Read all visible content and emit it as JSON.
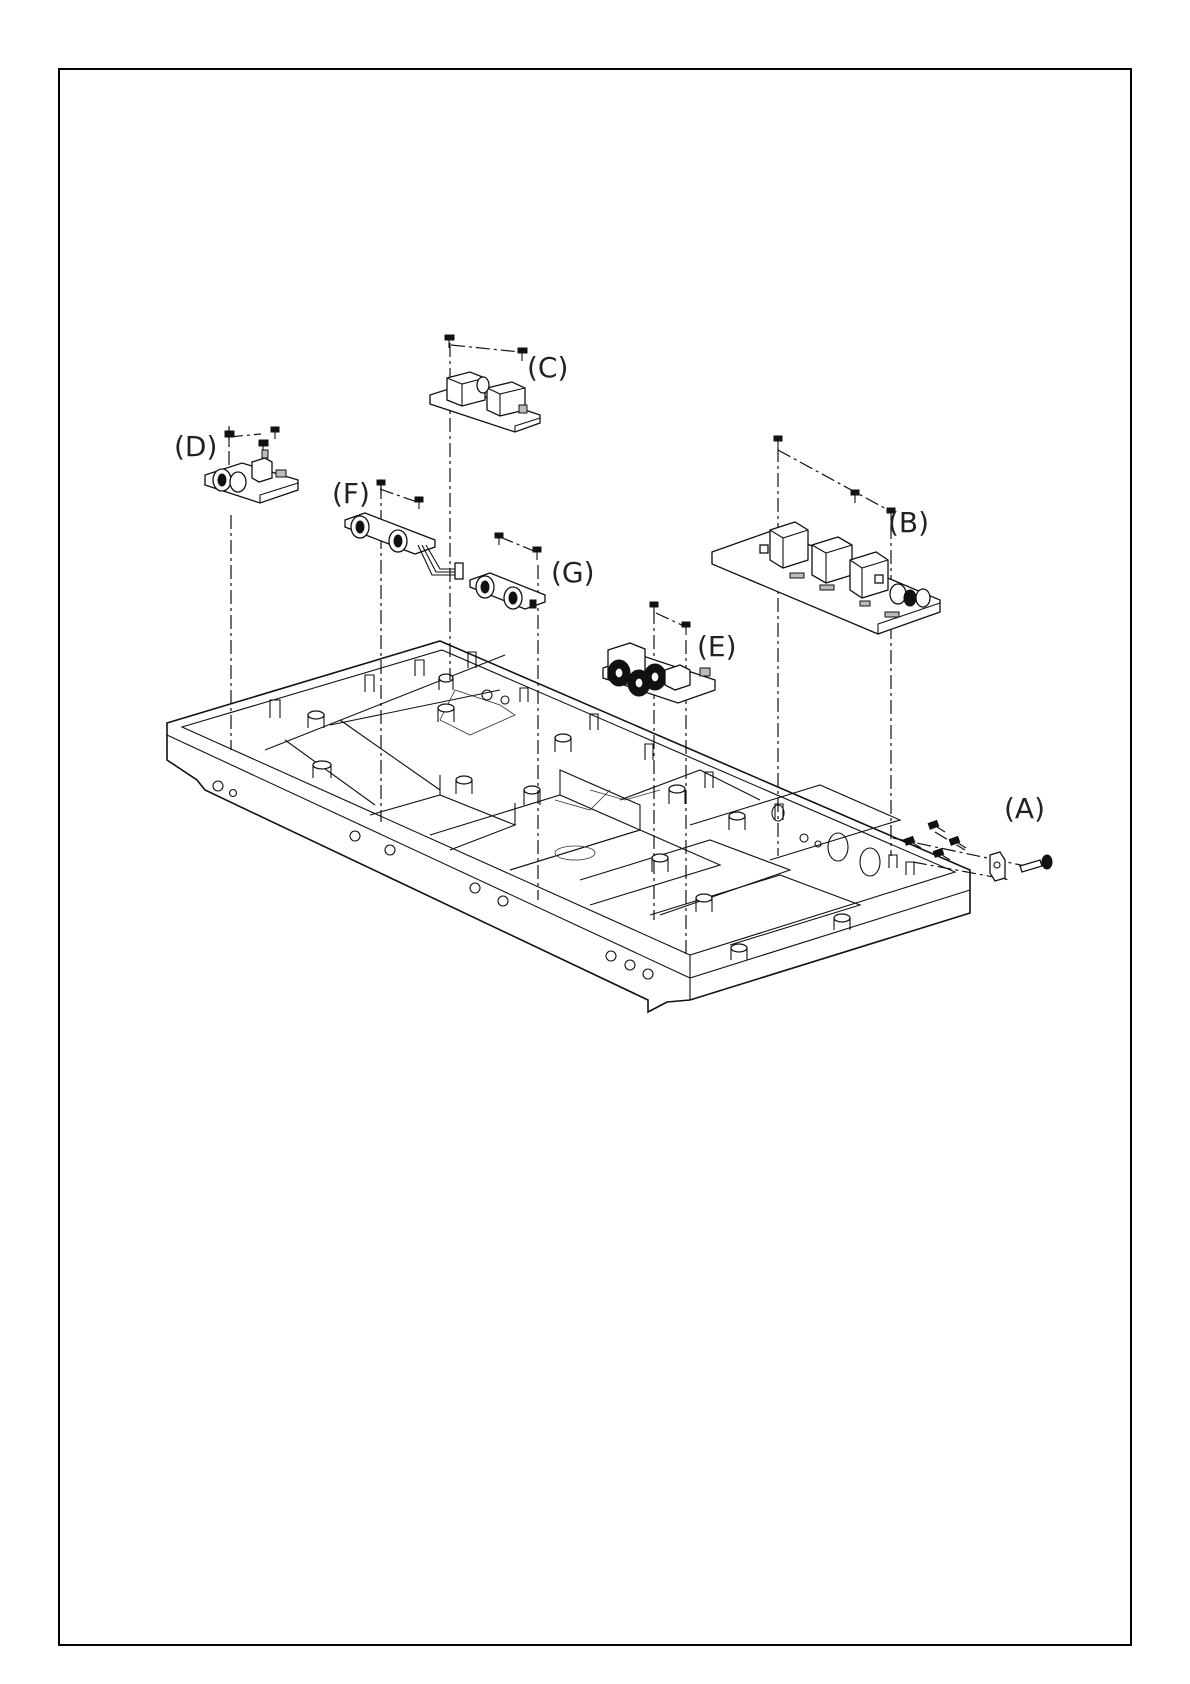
{
  "labels": {
    "a": "(A)",
    "b": "(B)",
    "c": "(C)",
    "d": "(D)",
    "e": "(E)",
    "f": "(F)",
    "g": "(G)"
  },
  "colors": {
    "line": "#111111",
    "background": "#ffffff"
  }
}
